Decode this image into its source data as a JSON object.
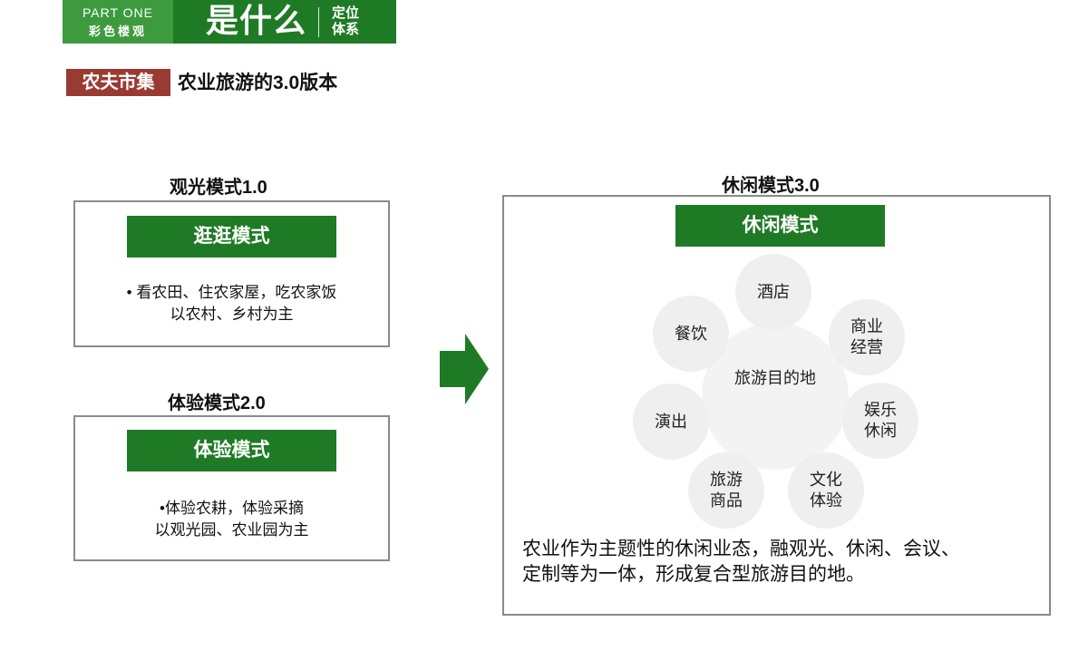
{
  "header": {
    "part_label": "PART ONE",
    "series_label": "彩色楼观",
    "title": "是什么",
    "tag_line1": "定位",
    "tag_line2": "体系"
  },
  "subtitle": {
    "tag": "农夫市集",
    "text": "农业旅游的3.0版本"
  },
  "mode1": {
    "title": "观光模式1.0",
    "label": "逛逛模式",
    "line1": "• 看农田、住农家屋，吃农家饭",
    "line2": "以农村、乡村为主"
  },
  "mode2": {
    "title": "体验模式2.0",
    "label": "体验模式",
    "line1": "•体验农耕，体验采摘",
    "line2": "以观光园、农业园为主"
  },
  "mode3": {
    "title": "休闲模式3.0",
    "label": "休闲模式",
    "center": "旅游目的地",
    "items": [
      "酒店",
      "商业\n经营",
      "娱乐\n休闲",
      "文化\n体验",
      "旅游\n商品",
      "演出",
      "餐饮"
    ],
    "caption_line1": "农业作为主题性的休闲业态，融观光、休闲、会议、",
    "caption_line2": "定制等为一体，形成复合型旅游目的地。"
  },
  "colors": {
    "green_dark": "#1f7a25",
    "green_light": "#3e9a3f",
    "tag_red": "#9a3b33",
    "circle_gray": "#efefef"
  }
}
